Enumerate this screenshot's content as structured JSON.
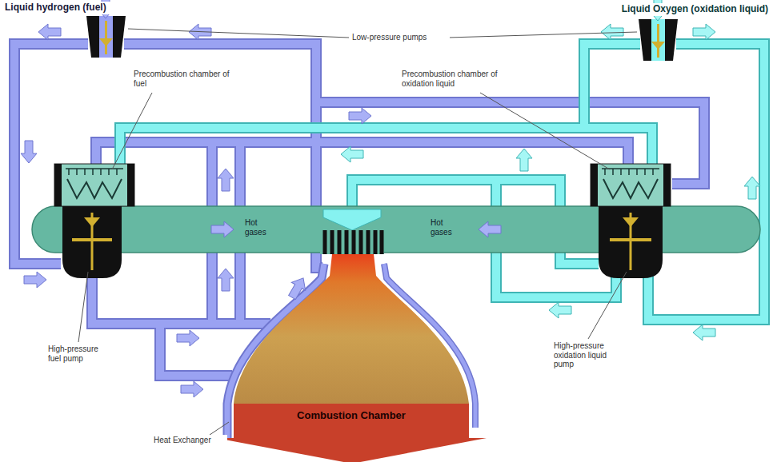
{
  "diagram": {
    "nodes": [
      {
        "text": [
          "Hot gases",
          "Hot gases"
        ]
      },
      {
        "text": [
          "Combustion Chamber"
        ]
      }
    ],
    "labels": [
      "Liquid hydrogen (fuel)",
      "Liquid Oxygen (oxidation liquid)",
      "Low-pressure pumps",
      "Precombustion chamber of fuel",
      "Precombustion chamber of oxidation liquid",
      "High-pressure fuel pump",
      "High-pressure oxidation liquid pump",
      "Heat Exchanger"
    ]
  }
}
